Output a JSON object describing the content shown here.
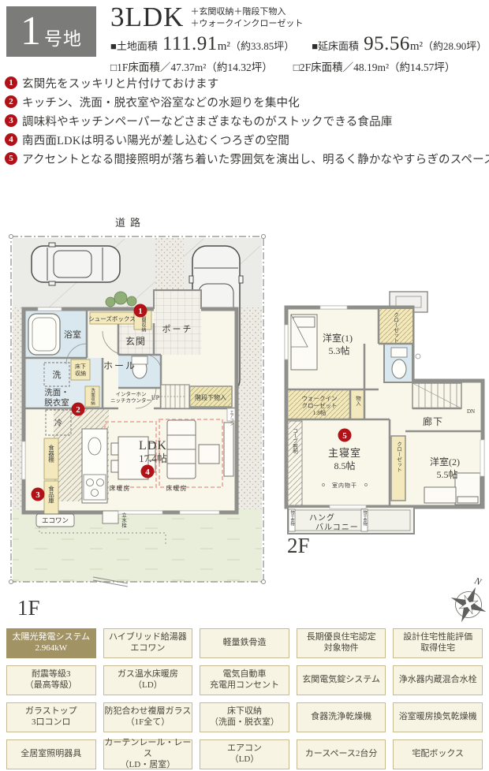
{
  "colors": {
    "accent_red": "#b11218",
    "badge_gray": "#7b7b79",
    "panel_cream": "#f8f4e4",
    "panel_border": "#c6ba92",
    "panel_highlight": "#a29364"
  },
  "header": {
    "lot_number": "1",
    "lot_suffix": "号地",
    "plan_type": "3LDK",
    "extras1": "＋玄関収納＋階段下物入",
    "extras2": "＋ウォークインクローゼット",
    "land_label": "■土地面積",
    "land_value": "111.91",
    "land_unit": "m²",
    "land_tsubo": "（約33.85坪）",
    "total_label": "■延床面積",
    "total_value": "95.56",
    "total_unit": "m²",
    "total_tsubo": "（約28.90坪）",
    "f1_line": "□1F床面積／47.37m²（約14.32坪）",
    "f2_line": "□2F床面積／48.19m²（約14.57坪）"
  },
  "features": [
    {
      "num": "1",
      "text": "玄関先をスッキリと片付けておけます"
    },
    {
      "num": "2",
      "text": "キッチン、洗面・脱衣室や浴室などの水廻りを集中化"
    },
    {
      "num": "3",
      "text": "調味料やキッチンペーパーなどさまざまなものがストックできる食品庫"
    },
    {
      "num": "4",
      "text": "南西面LDKは明るい陽光が差し込むくつろぎの空間"
    },
    {
      "num": "5",
      "text": "アクセントとなる間接照明が落ち着いた雰囲気を演出し、明るく静かなやすらぎのスペース"
    }
  ],
  "plan1f": {
    "floor_label": "1F",
    "road": "道路",
    "labels": {
      "bath": "浴室",
      "washer": "洗",
      "underfloor1": "床下",
      "underfloor2": "収納",
      "powder1": "洗面・",
      "powder2": "脱衣室",
      "vanity": "洗面収納",
      "shoes": "シューズボックス",
      "entry_st": "玄関収納",
      "entry": "玄関",
      "porch": "ポーチ",
      "hall": "ホール",
      "intercom1": "インターホン",
      "intercom2": "ニッチカウンター",
      "up": "UP",
      "stair_st": "階段下物入",
      "fridge": "冷",
      "cupboard": "食器棚",
      "pantry": "食品庫",
      "ldk": "LDK",
      "ldk_size": "17.4帖",
      "heat1": "床暖房",
      "heat2": "床暖房",
      "aircon": "エアコン",
      "ecoone": "エコワン",
      "faucet": "立水栓"
    }
  },
  "plan2f": {
    "floor_label": "2F",
    "labels": {
      "room1": "洋室(1)",
      "room1_size": "5.3帖",
      "closet_top": "クローゼット",
      "wic1": "ウォークイン",
      "wic2": "クローゼット",
      "wic3": "1.8帖",
      "storage": "物入",
      "corridor": "廊下",
      "dn": "DN",
      "cove": "コーブ照明",
      "master": "主寝室",
      "master_size": "8.5帖",
      "indoor_dry": "室内物干",
      "closet_mid": "クローゼット",
      "room2": "洋室(2)",
      "room2_size": "5.5帖",
      "balcony1": "ハング",
      "balcony2": "バルコニー",
      "dry_hw_l": "物干金物",
      "dry_hw_r": "物干金物"
    }
  },
  "compass": {
    "north": "N"
  },
  "equipment": {
    "items": [
      {
        "line1": "太陽光発電システム",
        "line2": "2.964kW"
      },
      {
        "line1": "ハイブリッド給湯器",
        "line2": "エコワン"
      },
      {
        "line1": "軽量鉄骨造",
        "line2": ""
      },
      {
        "line1": "長期優良住宅認定",
        "line2": "対象物件"
      },
      {
        "line1": "設計住宅性能評価",
        "line2": "取得住宅"
      },
      {
        "line1": "耐震等級3",
        "line2": "（最高等級）"
      },
      {
        "line1": "ガス温水床暖房",
        "line2": "（LD）"
      },
      {
        "line1": "電気自動車",
        "line2": "充電用コンセント"
      },
      {
        "line1": "玄関電気錠システム",
        "line2": ""
      },
      {
        "line1": "浄水器内蔵混合水栓",
        "line2": ""
      },
      {
        "line1": "ガラストップ",
        "line2": "3口コンロ"
      },
      {
        "line1": "防犯合わせ複層ガラス",
        "line2": "（1F全て）"
      },
      {
        "line1": "床下収納",
        "line2": "（洗面・脱衣室）"
      },
      {
        "line1": "食器洗浄乾燥機",
        "line2": ""
      },
      {
        "line1": "浴室暖房換気乾燥機",
        "line2": ""
      },
      {
        "line1": "全居室照明器具",
        "line2": ""
      },
      {
        "line1": "カーテンレール・レース",
        "line2": "（LD・居室）"
      },
      {
        "line1": "エアコン",
        "line2": "（LD）"
      },
      {
        "line1": "カースペース2台分",
        "line2": ""
      },
      {
        "line1": "宅配ボックス",
        "line2": ""
      }
    ]
  }
}
